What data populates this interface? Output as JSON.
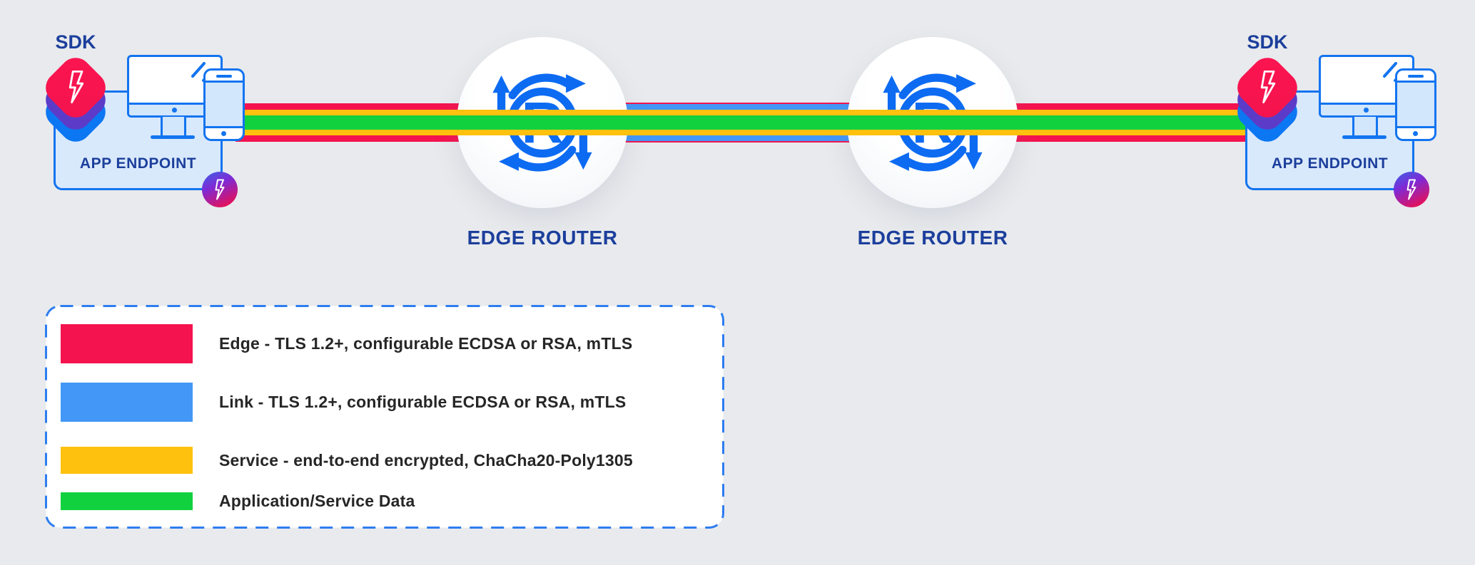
{
  "colors": {
    "bg": "#e8eaed",
    "edge_red": "#f4134e",
    "link_blue": "#4397f6",
    "service_yellow": "#fec10d",
    "data_green": "#12d13f",
    "icon_blue": "#0d6bf2",
    "navy_text": "#1c3f9c",
    "box_fill": "#d9e9fc",
    "box_border": "#1274f0",
    "screen_fill": "#d2e6fc",
    "sdk_red": "#f4134e",
    "sdk_purple": "#5c3bc8",
    "sdk_blue": "#0c77f2",
    "legend_border": "#2e7df0",
    "legend_text": "#262626"
  },
  "endpoints": {
    "left": {
      "sdk_label": "SDK",
      "box_label": "APP ENDPOINT"
    },
    "right": {
      "sdk_label": "SDK",
      "box_label": "APP ENDPOINT"
    }
  },
  "routers": {
    "left": {
      "label": "EDGE ROUTER",
      "icon_letter": "R"
    },
    "right": {
      "label": "EDGE ROUTER",
      "icon_letter": "R"
    }
  },
  "ribbon": {
    "channels": [
      {
        "name": "Edge",
        "color": "#f4134e",
        "span": "app endpoint to edge router"
      },
      {
        "name": "Link",
        "color": "#4397f6",
        "span": "edge router to edge router"
      },
      {
        "name": "Service",
        "color": "#fec10d",
        "span": "end to end"
      },
      {
        "name": "Application/Service Data",
        "color": "#12d13f",
        "span": "end to end"
      }
    ]
  },
  "legend": {
    "items": [
      {
        "name": "edge",
        "color": "#f4134e",
        "label": "Edge - TLS 1.2+, configurable ECDSA or RSA, mTLS"
      },
      {
        "name": "link",
        "color": "#4397f6",
        "label": "Link - TLS 1.2+, configurable ECDSA or RSA, mTLS"
      },
      {
        "name": "service",
        "color": "#fec10d",
        "label": "Service - end-to-end encrypted, ChaCha20-Poly1305"
      },
      {
        "name": "data",
        "color": "#12d13f",
        "label": "Application/Service Data"
      }
    ]
  }
}
